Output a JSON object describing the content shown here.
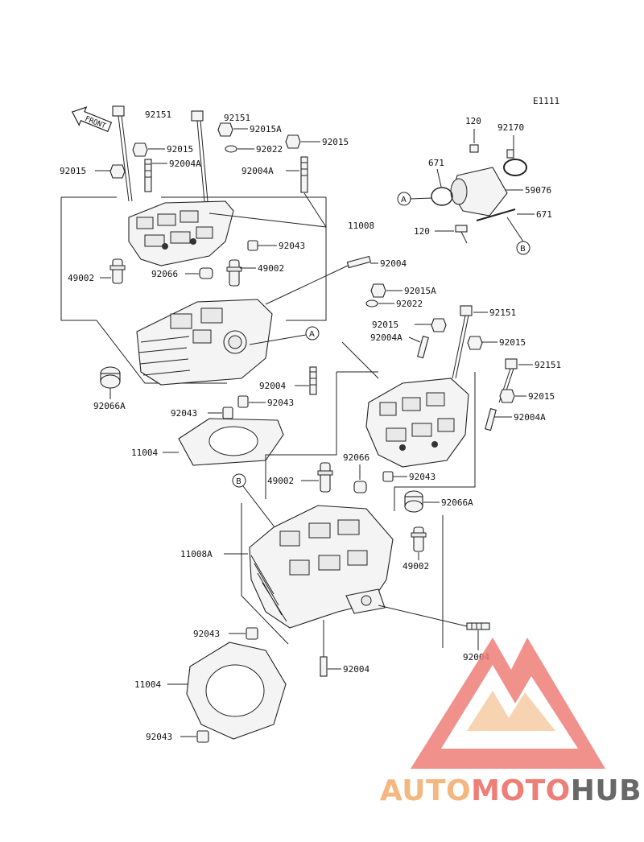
{
  "diagram_code": "E1111",
  "front_label": "FRONT",
  "watermark": {
    "parts": [
      "AUTO",
      "MOTO",
      "HUB"
    ],
    "colors": [
      "#f4b77f",
      "#ee7e78",
      "#686868"
    ]
  },
  "callouts": [
    "A",
    "A",
    "B",
    "B"
  ],
  "labels": [
    "92151",
    "92151",
    "92015A",
    "92015",
    "92022",
    "92015",
    "92015",
    "92004A",
    "92004A",
    "11008",
    "92043",
    "49002",
    "92066",
    "49002",
    "92004",
    "92015A",
    "92022",
    "92151",
    "92015",
    "92004A",
    "92015",
    "92151",
    "92015",
    "92004A",
    "92004",
    "92043",
    "92066A",
    "92043",
    "11004",
    "49002",
    "92066",
    "92043",
    "92066A",
    "11008A",
    "49002",
    "92043",
    "92004",
    "92004",
    "11004",
    "92043",
    "120",
    "92170",
    "671",
    "59076",
    "120",
    "671"
  ]
}
